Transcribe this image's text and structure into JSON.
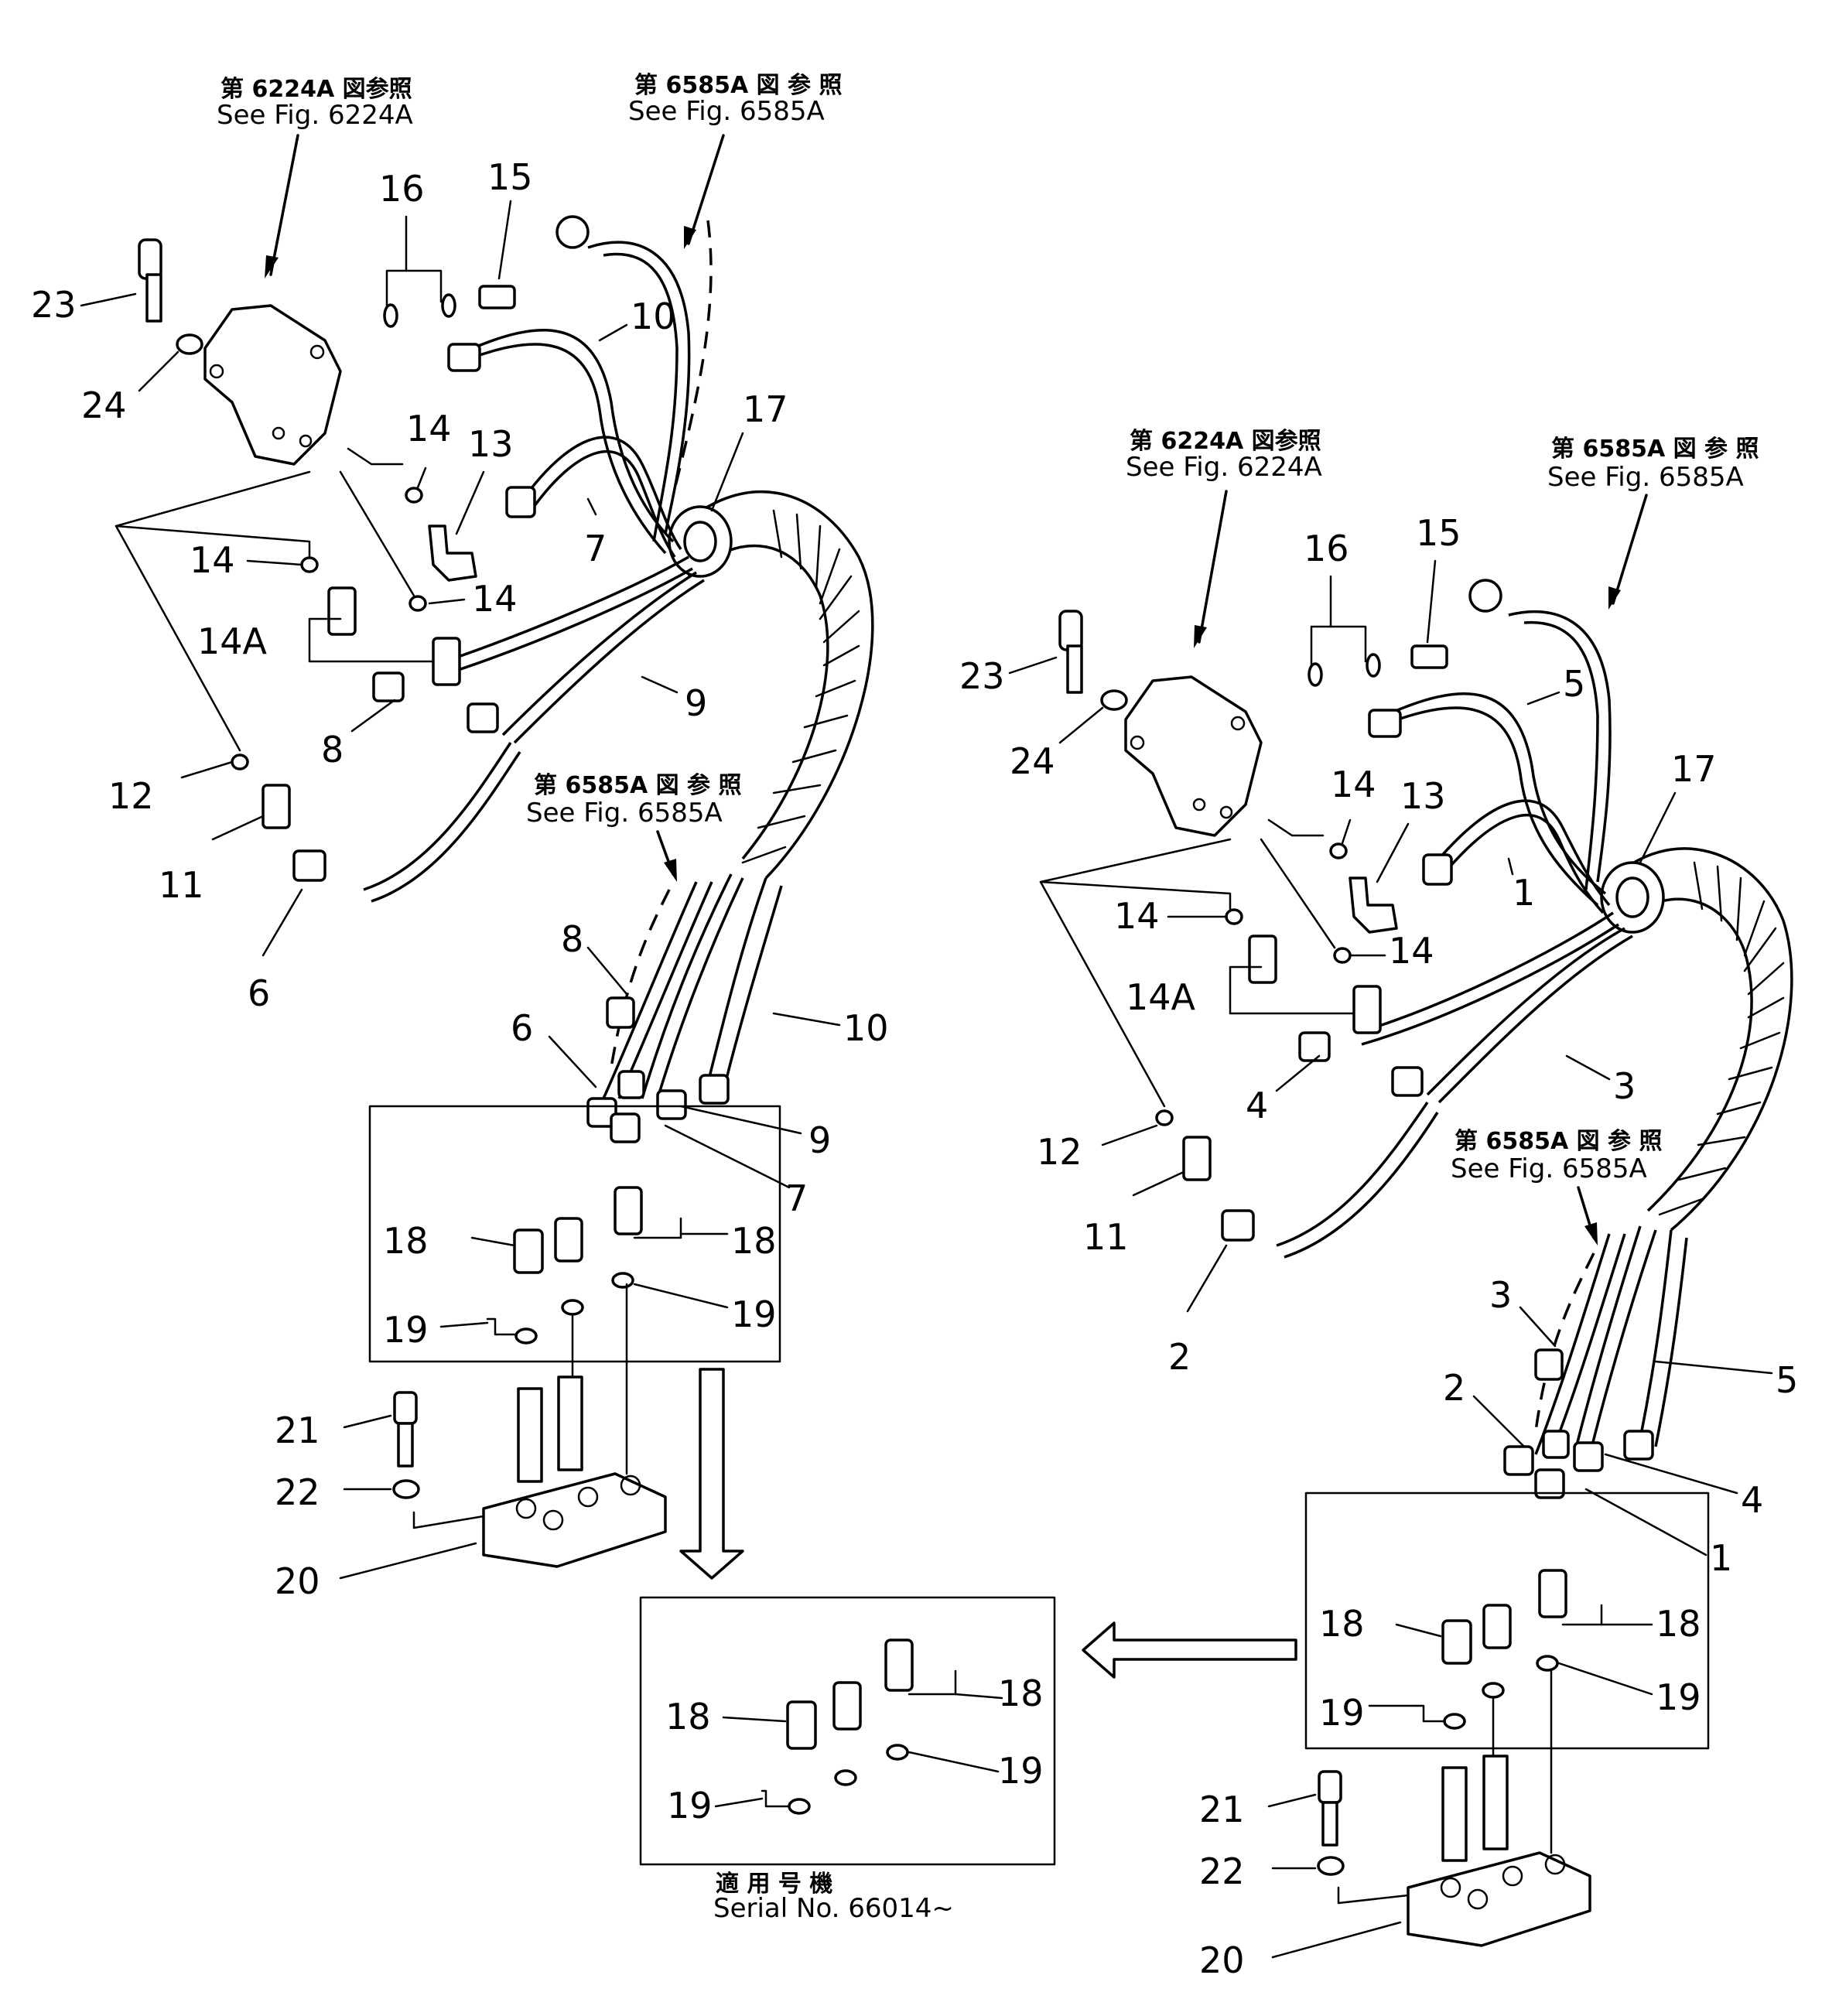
{
  "left_assembly": {
    "ref_top_left": {
      "jp": "第 6224A 図参照",
      "en": "See Fig. 6224A"
    },
    "ref_top_right": {
      "jp": "第 6585A 図 参 照",
      "en": "See Fig. 6585A"
    },
    "ref_mid": {
      "jp": "第 6585A 図 参 照",
      "en": "See Fig. 6585A"
    },
    "labels": {
      "n23": "23",
      "n24": "24",
      "n16": "16",
      "n15": "15",
      "n10": "10",
      "n17": "17",
      "n14a": "14",
      "n13": "13",
      "n7": "7",
      "n14b": "14",
      "n14c": "14",
      "n14A": "14A",
      "n9": "9",
      "n8": "8",
      "n12": "12",
      "n11": "11",
      "n6": "6",
      "n8b": "8",
      "n6b": "6",
      "n10b": "10",
      "n9b": "9",
      "n7b": "7",
      "n18a": "18",
      "n18b": "18",
      "n19a": "19",
      "n19b": "19",
      "n21": "21",
      "n22": "22",
      "n20": "20"
    }
  },
  "right_assembly": {
    "ref_top_left": {
      "jp": "第 6224A 図参照",
      "en": "See Fig. 6224A"
    },
    "ref_top_right": {
      "jp": "第 6585A 図 参 照",
      "en": "See Fig. 6585A"
    },
    "ref_mid": {
      "jp": "第 6585A 図 参 照",
      "en": "See Fig. 6585A"
    },
    "labels": {
      "n23": "23",
      "n24": "24",
      "n16": "16",
      "n15": "15",
      "n5": "5",
      "n17": "17",
      "n14a": "14",
      "n13": "13",
      "n1": "1",
      "n14b": "14",
      "n14c": "14",
      "n14A": "14A",
      "n3": "3",
      "n4": "4",
      "n12": "12",
      "n11": "11",
      "n2": "2",
      "n3b": "3",
      "n2b": "2",
      "n5b": "5",
      "n4b": "4",
      "n1b": "1",
      "n18a": "18",
      "n18b": "18",
      "n19a": "19",
      "n19b": "19",
      "n21": "21",
      "n22": "22",
      "n20": "20"
    }
  },
  "inset": {
    "labels": {
      "n18a": "18",
      "n18b": "18",
      "n19a": "19",
      "n19b": "19"
    },
    "serial": {
      "jp": "適 用 号 機",
      "en": "Serial  No.  66014~"
    }
  }
}
